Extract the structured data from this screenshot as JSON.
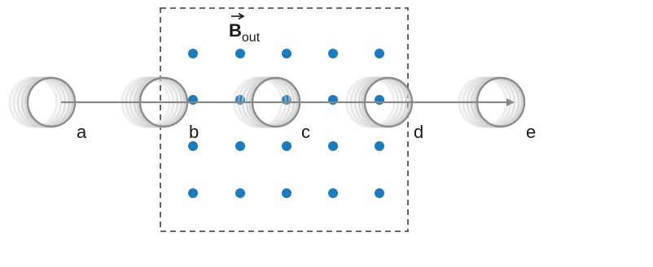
{
  "field_label": {
    "symbol": "B",
    "subscript": "out"
  },
  "positions": [
    "a",
    "b",
    "c",
    "d",
    "e"
  ],
  "colors": {
    "field_dot": "#1a7bbf",
    "region_border": "#555555",
    "arrow": "#888888",
    "loop_dark": "#8a8a8a",
    "loop_light": "#cfcfcf",
    "text": "#1a1a1a"
  },
  "icons": {
    "field_dot": "dot-out-of-page-icon",
    "arrow": "motion-arrow-icon",
    "loop": "coil-loop-icon"
  }
}
